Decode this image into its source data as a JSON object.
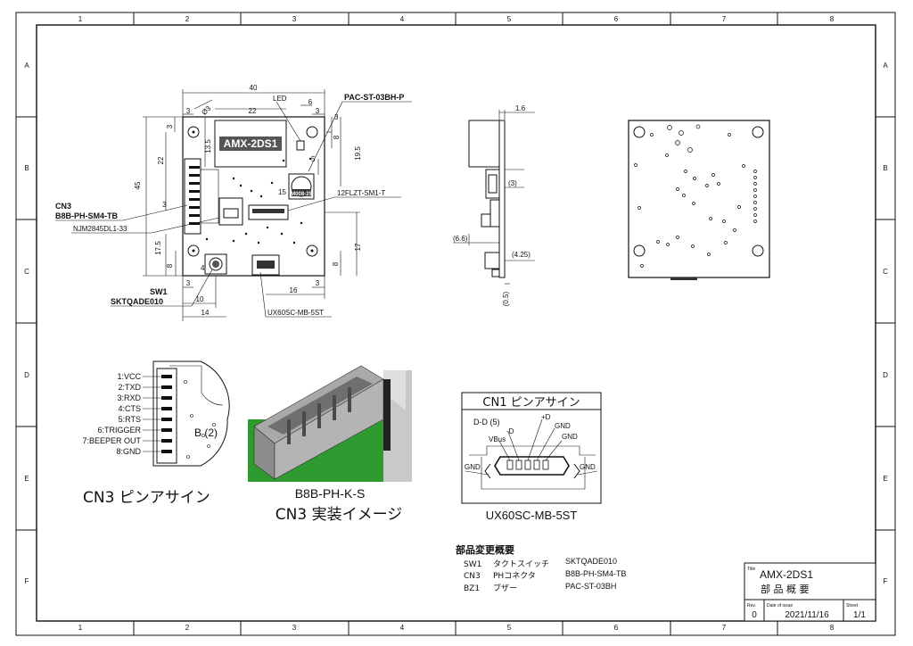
{
  "grid": {
    "cols": [
      "1",
      "2",
      "3",
      "4",
      "5",
      "6",
      "7",
      "8"
    ],
    "rows": [
      "A",
      "B",
      "C",
      "D",
      "E",
      "F"
    ]
  },
  "top_view": {
    "board_name": "AMX-2DS1",
    "chip_mark": "M008-25",
    "dims": {
      "w40": "40",
      "w22": "22",
      "w3a": "3",
      "w6": "6",
      "w3b": "3",
      "dia": "Ø3",
      "h13_5": "13.5",
      "h22": "22",
      "h45": "45",
      "h17_5": "17.5",
      "h8a": "8",
      "h3a": "3",
      "h3b": "3",
      "h3c": "3",
      "h8b": "8",
      "h19_5": "19.5",
      "h5": "5",
      "h15": "15",
      "h17": "17",
      "h8c": "8",
      "h4": "4",
      "w10": "10",
      "w14": "14",
      "w16": "16",
      "w3c": "3"
    },
    "labels": {
      "led": "LED",
      "pac": "PAC-ST-03BH-P",
      "flzt": "12FLZT-SM1-T",
      "cn3": "CN3",
      "cn3_part": "B8B-PH-SM4-TB",
      "njm": "NJM2845DL1-33",
      "sw1": "SW1",
      "sw1_part": "SKTQADE010",
      "usb": "UX60SC-MB-5ST"
    }
  },
  "side_view": {
    "d1_6": "1.6",
    "d3": "(3)",
    "d6_6": "(6.6)",
    "d4_25": "(4.25)",
    "d0_5": "(0.5)"
  },
  "cn3_pins": {
    "pins": [
      "1:VCC",
      "2:TXD",
      "3:RXD",
      "4:CTS",
      "5:RTS",
      "6:TRIGGER",
      "7:BEEPER OUT",
      "8:GND"
    ],
    "section": "B (2)",
    "title": "CN3 ピンアサイン"
  },
  "connector_image": {
    "part": "B8B-PH-K-S",
    "caption": "CN3 実装イメージ"
  },
  "cn1": {
    "title": "CN1 ピンアサイン",
    "section": "D-D (5)",
    "pins": {
      "minus_d": "-D",
      "plus_d": "+D",
      "gnd1": "GND",
      "vbus": "VBus",
      "gnd2": "GND",
      "gnd_left": "GND",
      "gnd_right": "GND"
    },
    "part": "UX60SC-MB-5ST"
  },
  "parts_change": {
    "title": "部品変更概要",
    "rows": [
      {
        "ref": "SW1",
        "desc": "タクトスイッチ",
        "part": "SKTQADE010"
      },
      {
        "ref": "CN3",
        "desc": "PHコネクタ",
        "part": "B8B-PH-SM4-TB"
      },
      {
        "ref": "BZ1",
        "desc": "ブザー",
        "part": "PAC-ST-03BH"
      }
    ]
  },
  "title_block": {
    "title_label": "Title",
    "title": "AMX-2DS1",
    "subtitle": "部 品 概 要",
    "rev_label": "Rev.",
    "rev": "0",
    "date_label": "Date of issue",
    "date": "2021/11/16",
    "sheet_label": "Sheet",
    "sheet": "1/1"
  },
  "colors": {
    "pcb_green": "#2f9a2f",
    "connector_gray": "#9a9a9a",
    "line": "#111111"
  }
}
